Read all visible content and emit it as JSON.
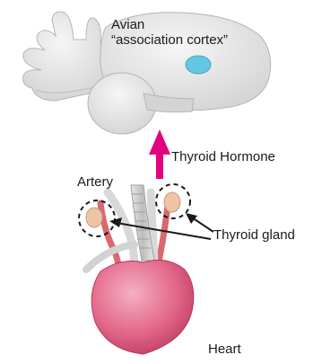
{
  "labels": {
    "brain_line1": "Avian",
    "brain_line2": "“association cortex”",
    "hormone": "Thyroid Hormone",
    "artery": "Artery",
    "thyroid": "Thyroid gland",
    "heart": "Heart"
  },
  "colors": {
    "brain": "#e6e6e6",
    "brain_outline": "#b8b8b8",
    "cortex_spot": "#63c7e4",
    "arrow": "#e4007f",
    "artery": "#d9686f",
    "thyroid": "#efc3a6",
    "heart": "#e46a8c",
    "trachea": "#c8c8c8"
  }
}
